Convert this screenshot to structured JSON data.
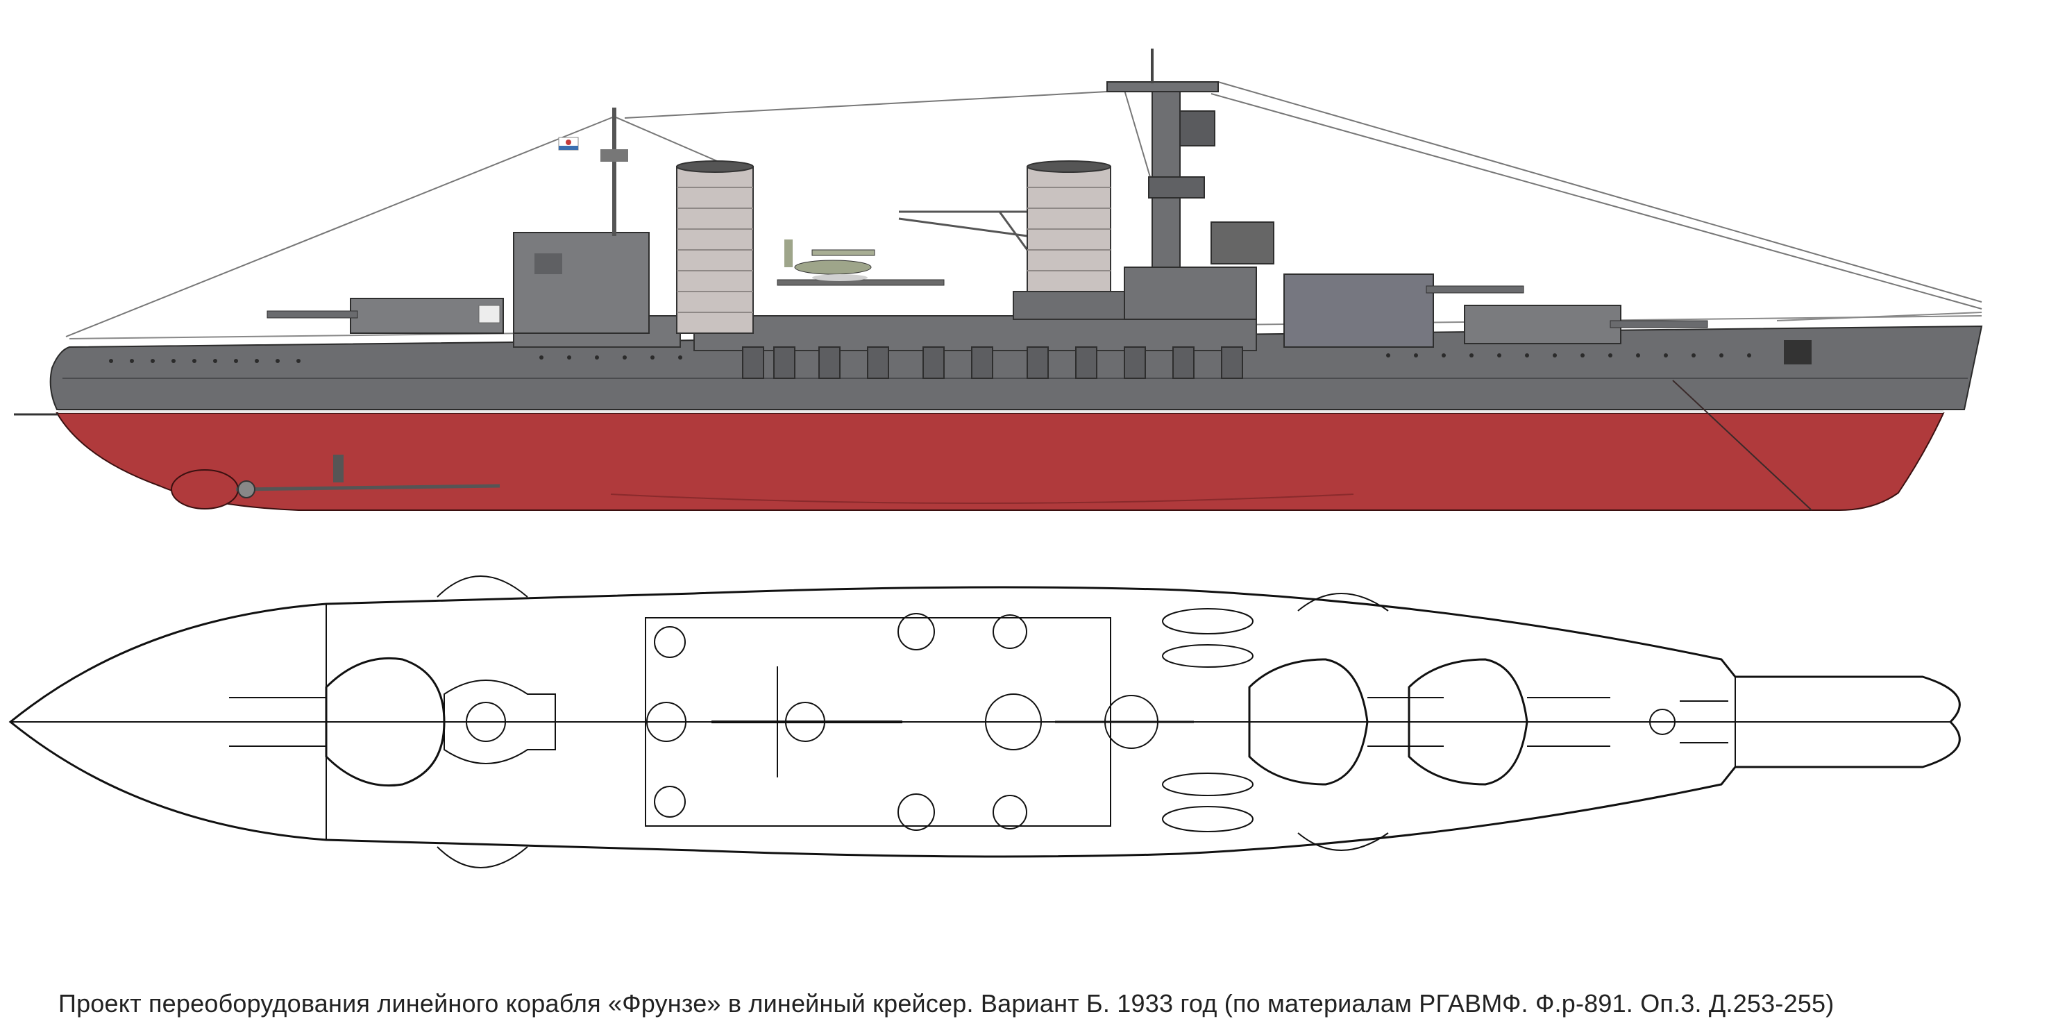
{
  "caption": "Проект переоборудования линейного корабля «Фрунзе» в линейный крейсер. Вариант Б. 1933 год (по материалам РГАВМФ. Ф.р-891. Оп.3. Д.253-255)",
  "colors": {
    "hull_upper": "#6c6d70",
    "hull_red": "#b03a3c",
    "deck_line": "#e9e9e9",
    "superstructure": "#7a7b7e",
    "funnel": "#c9c2c0",
    "line_drawing": "#111111"
  },
  "icons": {
    "side_profile": "battlecruiser-side-profile",
    "plan_view": "battlecruiser-plan-view",
    "flag": "naval-ensign-icon",
    "seaplane": "seaplane-icon"
  }
}
